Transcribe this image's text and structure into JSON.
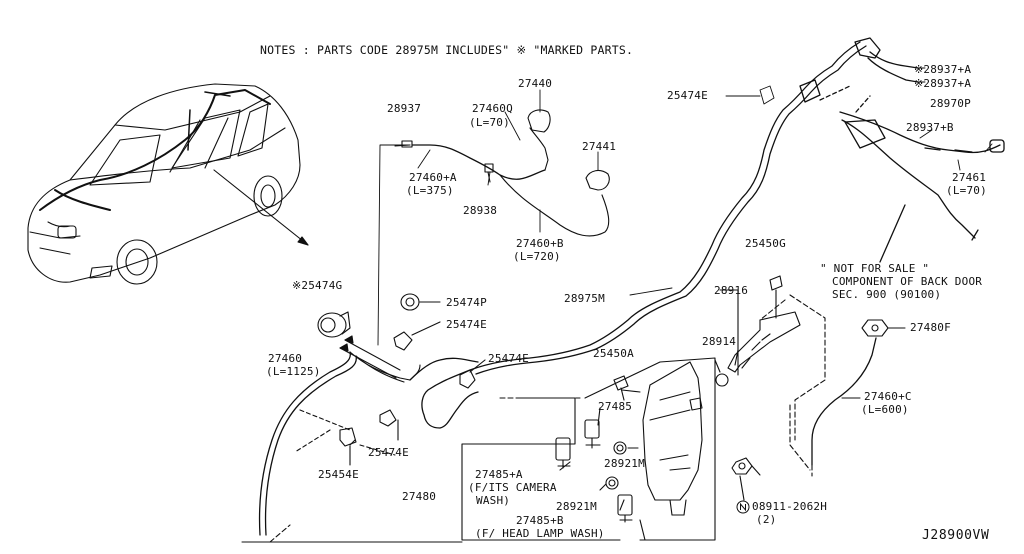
{
  "note": "NOTES : PARTS CODE 28975M INCLUDES\" ※ \"MARKED PARTS.",
  "figure_code": "J28900VW",
  "labels": {
    "p28937_A1": "※28937+A",
    "p28937_A2": "※28937+A",
    "p28970P": "28970P",
    "p28937_B": "28937+B",
    "p27461": "27461",
    "p27461_len": "(L=70)",
    "p25474E_top": "25474E",
    "p27440": "27440",
    "p28937": "28937",
    "p27460Q": "27460Q",
    "p27460Q_len": "(L=70)",
    "p27441": "27441",
    "p27460A": "27460+A",
    "p27460A_len": "(L=375)",
    "p28938": "28938",
    "p27460B": "27460+B",
    "p27460B_len": "(L=720)",
    "p25450G": "25450G",
    "nfs1": "\" NOT FOR SALE \"",
    "nfs2": "COMPONENT OF BACK DOOR",
    "nfs3": "SEC. 900 (90100)",
    "p25474G": "※25474G",
    "p25474P": "25474P",
    "p28975M": "28975M",
    "p28916": "28916",
    "p25474E_mid": "25474E",
    "p27480F": "27480F",
    "p27460": "27460",
    "p27460_len": "(L=1125)",
    "p25474E_ctr": "25474E",
    "p25450A": "25450A",
    "p28914": "28914",
    "p27460C": "27460+C",
    "p27460C_len": "(L=600)",
    "p27485": "27485",
    "p25474E_low": "25474E",
    "p28921M_1": "28921M",
    "p25454E": "25454E",
    "p27485A": "27485+A",
    "p27485A_d1": "(F/ITS CAMERA",
    "p27485A_d2": "WASH)",
    "p27480": "27480",
    "p28921M_2": "28921M",
    "p08911": "08911-2062H",
    "p08911_qty": "(2)",
    "p27485B": "27485+B",
    "p27485B_d": "(F/ HEAD LAMP WASH)"
  }
}
